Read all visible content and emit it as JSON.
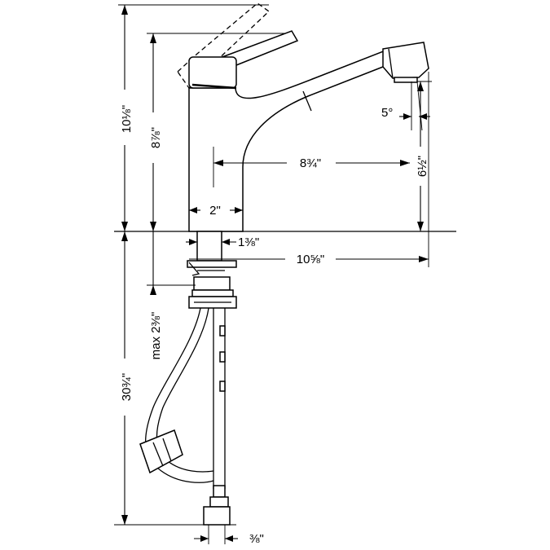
{
  "dimensions": {
    "total_height": "10⅛\"",
    "spout_height": "8⅞\"",
    "reach": "8¾\"",
    "base_diameter": "2\"",
    "shank_diameter": "1⅜\"",
    "overall_length": "10⅝\"",
    "spray_angle": "5°",
    "aerator_height": "6½\"",
    "max_deck_thickness": "max 2⅜\"",
    "hose_length": "30¾\"",
    "connection_size": "⅜\""
  }
}
